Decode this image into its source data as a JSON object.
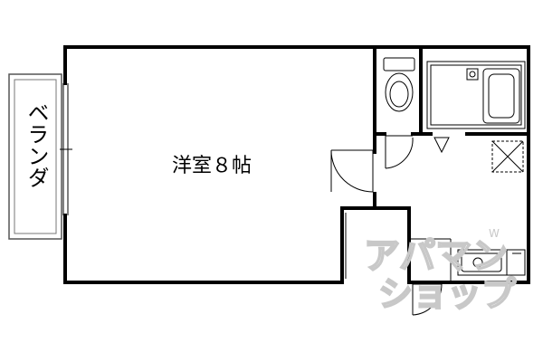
{
  "floorplan": {
    "main_room_label": "洋室８帖",
    "balcony_label": "ベランダ"
  },
  "watermark": {
    "line1": "アパマン",
    "line2": "ショップ",
    "mark": "W"
  }
}
